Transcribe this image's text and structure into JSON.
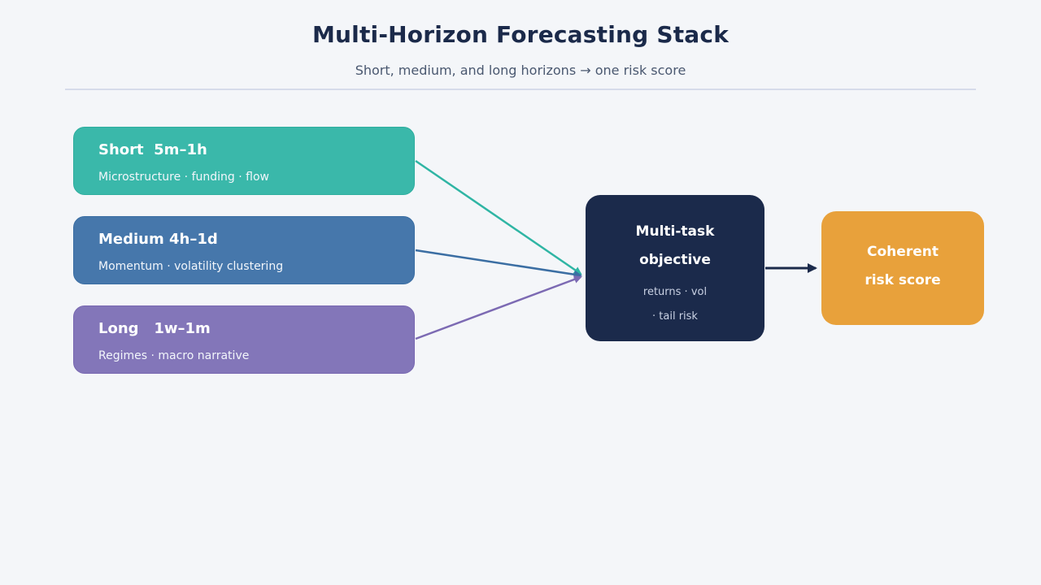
{
  "header": {
    "title": "Multi-Horizon Forecasting Stack",
    "subtitle": "Short, medium, and long horizons → one risk score"
  },
  "horizons": [
    {
      "title": "Short  5m–1h",
      "subtitle": "Microstructure · funding · flow",
      "color": "#3ab8aa"
    },
    {
      "title": "Medium 4h–1d",
      "subtitle": "Momentum · volatility clustering",
      "color": "#4677ab"
    },
    {
      "title": "Long   1w–1m",
      "subtitle": "Regimes · macro narrative",
      "color": "#8376b9"
    }
  ],
  "objective": {
    "line1": "Multi-task",
    "line2": "objective",
    "sub1": "returns · vol",
    "sub2": "· tail risk",
    "color": "#1b2a4b"
  },
  "output": {
    "line1": "Coherent",
    "line2": "risk score",
    "color": "#e8a13b"
  }
}
